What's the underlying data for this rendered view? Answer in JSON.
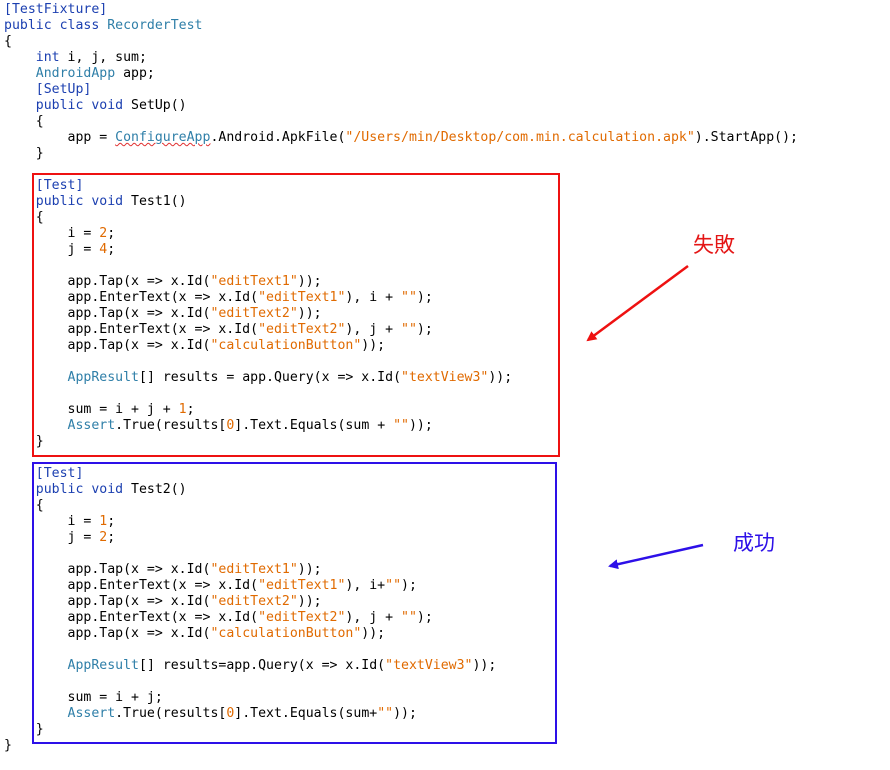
{
  "colors": {
    "keyword": "#1b3fb0",
    "type": "#2f7fa8",
    "string": "#e06a00",
    "fail_box": "#ee1111",
    "pass_box": "#2d10e8"
  },
  "code_lines": [
    [
      {
        "t": "[TestFixture]",
        "c": "kw"
      }
    ],
    [
      {
        "t": "public class ",
        "c": "kw"
      },
      {
        "t": "RecorderTest",
        "c": "ty"
      }
    ],
    [
      {
        "t": "{"
      }
    ],
    [
      {
        "t": "    "
      },
      {
        "t": "int",
        "c": "kw"
      },
      {
        "t": " i, j, sum;"
      }
    ],
    [
      {
        "t": "    "
      },
      {
        "t": "AndroidApp",
        "c": "ty"
      },
      {
        "t": " app;"
      }
    ],
    [
      {
        "t": "    "
      },
      {
        "t": "[SetUp]",
        "c": "kw"
      }
    ],
    [
      {
        "t": "    "
      },
      {
        "t": "public void ",
        "c": "kw"
      },
      {
        "t": "SetUp()"
      }
    ],
    [
      {
        "t": "    {"
      }
    ],
    [
      {
        "t": "        app = "
      },
      {
        "t": "ConfigureApp",
        "c": "ty er"
      },
      {
        "t": ".Android.ApkFile("
      },
      {
        "t": "\"/Users/min/Desktop/com.min.calculation.apk\"",
        "c": "st"
      },
      {
        "t": ").StartApp();"
      }
    ],
    [
      {
        "t": "    }"
      }
    ],
    [
      {
        "t": ""
      }
    ],
    [
      {
        "t": "    "
      },
      {
        "t": "[Test]",
        "c": "kw"
      }
    ],
    [
      {
        "t": "    "
      },
      {
        "t": "public void ",
        "c": "kw"
      },
      {
        "t": "Test1()"
      }
    ],
    [
      {
        "t": "    {"
      }
    ],
    [
      {
        "t": "        i = "
      },
      {
        "t": "2",
        "c": "nu"
      },
      {
        "t": ";"
      }
    ],
    [
      {
        "t": "        j = "
      },
      {
        "t": "4",
        "c": "nu"
      },
      {
        "t": ";"
      }
    ],
    [
      {
        "t": ""
      }
    ],
    [
      {
        "t": "        app.Tap(x => x.Id("
      },
      {
        "t": "\"editText1\"",
        "c": "st"
      },
      {
        "t": "));"
      }
    ],
    [
      {
        "t": "        app.EnterText(x => x.Id("
      },
      {
        "t": "\"editText1\"",
        "c": "st"
      },
      {
        "t": "), i + "
      },
      {
        "t": "\"\"",
        "c": "st"
      },
      {
        "t": ");"
      }
    ],
    [
      {
        "t": "        app.Tap(x => x.Id("
      },
      {
        "t": "\"editText2\"",
        "c": "st"
      },
      {
        "t": "));"
      }
    ],
    [
      {
        "t": "        app.EnterText(x => x.Id("
      },
      {
        "t": "\"editText2\"",
        "c": "st"
      },
      {
        "t": "), j + "
      },
      {
        "t": "\"\"",
        "c": "st"
      },
      {
        "t": ");"
      }
    ],
    [
      {
        "t": "        app.Tap(x => x.Id("
      },
      {
        "t": "\"calculationButton\"",
        "c": "st"
      },
      {
        "t": "));"
      }
    ],
    [
      {
        "t": ""
      }
    ],
    [
      {
        "t": "        "
      },
      {
        "t": "AppResult",
        "c": "ty"
      },
      {
        "t": "[] results = app.Query(x => x.Id("
      },
      {
        "t": "\"textView3\"",
        "c": "st"
      },
      {
        "t": "));"
      }
    ],
    [
      {
        "t": ""
      }
    ],
    [
      {
        "t": "        sum = i + j + "
      },
      {
        "t": "1",
        "c": "nu"
      },
      {
        "t": ";"
      }
    ],
    [
      {
        "t": "        "
      },
      {
        "t": "Assert",
        "c": "ty"
      },
      {
        "t": ".True(results["
      },
      {
        "t": "0",
        "c": "nu"
      },
      {
        "t": "].Text.Equals(sum + "
      },
      {
        "t": "\"\"",
        "c": "st"
      },
      {
        "t": "));"
      }
    ],
    [
      {
        "t": "    }"
      }
    ],
    [
      {
        "t": ""
      }
    ],
    [
      {
        "t": "    "
      },
      {
        "t": "[Test]",
        "c": "kw"
      }
    ],
    [
      {
        "t": "    "
      },
      {
        "t": "public void ",
        "c": "kw"
      },
      {
        "t": "Test2()"
      }
    ],
    [
      {
        "t": "    {"
      }
    ],
    [
      {
        "t": "        i = "
      },
      {
        "t": "1",
        "c": "nu"
      },
      {
        "t": ";"
      }
    ],
    [
      {
        "t": "        j = "
      },
      {
        "t": "2",
        "c": "nu"
      },
      {
        "t": ";"
      }
    ],
    [
      {
        "t": ""
      }
    ],
    [
      {
        "t": "        app.Tap(x => x.Id("
      },
      {
        "t": "\"editText1\"",
        "c": "st"
      },
      {
        "t": "));"
      }
    ],
    [
      {
        "t": "        app.EnterText(x => x.Id("
      },
      {
        "t": "\"editText1\"",
        "c": "st"
      },
      {
        "t": "), i+"
      },
      {
        "t": "\"\"",
        "c": "st"
      },
      {
        "t": ");"
      }
    ],
    [
      {
        "t": "        app.Tap(x => x.Id("
      },
      {
        "t": "\"editText2\"",
        "c": "st"
      },
      {
        "t": "));"
      }
    ],
    [
      {
        "t": "        app.EnterText(x => x.Id("
      },
      {
        "t": "\"editText2\"",
        "c": "st"
      },
      {
        "t": "), j + "
      },
      {
        "t": "\"\"",
        "c": "st"
      },
      {
        "t": ");"
      }
    ],
    [
      {
        "t": "        app.Tap(x => x.Id("
      },
      {
        "t": "\"calculationButton\"",
        "c": "st"
      },
      {
        "t": "));"
      }
    ],
    [
      {
        "t": ""
      }
    ],
    [
      {
        "t": "        "
      },
      {
        "t": "AppResult",
        "c": "ty"
      },
      {
        "t": "[] results=app.Query(x => x.Id("
      },
      {
        "t": "\"textView3\"",
        "c": "st"
      },
      {
        "t": "));"
      }
    ],
    [
      {
        "t": ""
      }
    ],
    [
      {
        "t": "        sum = i + j;"
      }
    ],
    [
      {
        "t": "        "
      },
      {
        "t": "Assert",
        "c": "ty"
      },
      {
        "t": ".True(results["
      },
      {
        "t": "0",
        "c": "nu"
      },
      {
        "t": "].Text.Equals(sum+"
      },
      {
        "t": "\"\"",
        "c": "st"
      },
      {
        "t": "));"
      }
    ],
    [
      {
        "t": "    }"
      }
    ],
    [
      {
        "t": "}"
      }
    ]
  ],
  "annotations": {
    "fail_label": "失敗",
    "pass_label": "成功"
  }
}
